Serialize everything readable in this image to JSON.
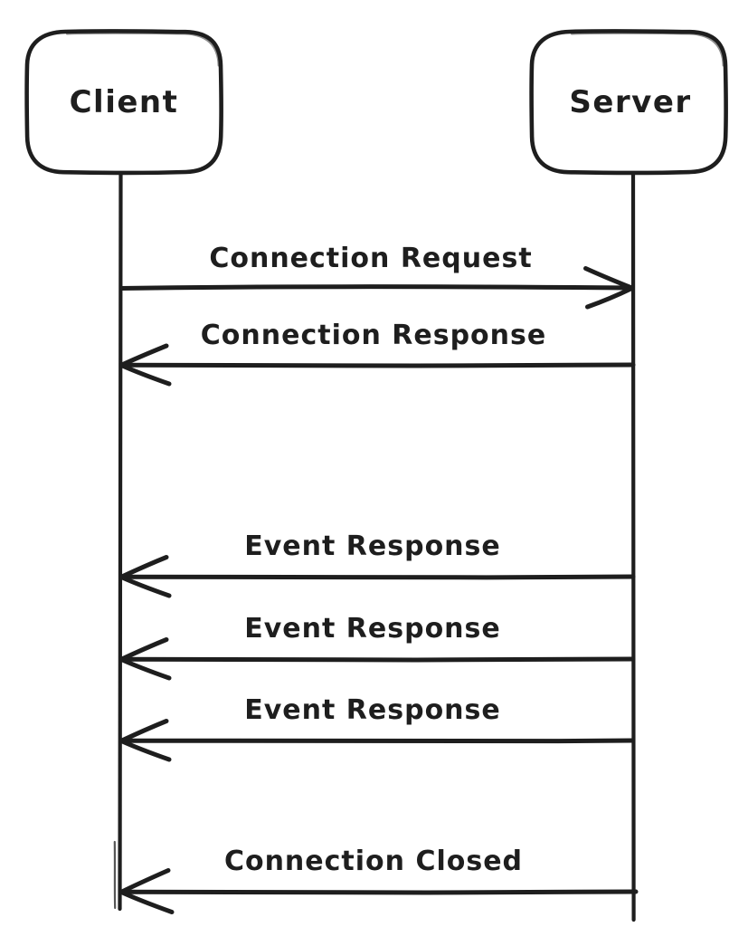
{
  "diagram": {
    "type": "sequence-diagram",
    "style": "hand-drawn",
    "colors": {
      "stroke": "#1e1e1e",
      "background": "#ffffff"
    },
    "actors": [
      {
        "id": "client",
        "label": "Client"
      },
      {
        "id": "server",
        "label": "Server"
      }
    ],
    "messages": [
      {
        "label": "Connection Request",
        "from": "Client",
        "to": "Server",
        "direction": "right"
      },
      {
        "label": "Connection Response",
        "from": "Server",
        "to": "Client",
        "direction": "left"
      },
      {
        "label": "Event Response",
        "from": "Server",
        "to": "Client",
        "direction": "left"
      },
      {
        "label": "Event Response",
        "from": "Server",
        "to": "Client",
        "direction": "left"
      },
      {
        "label": "Event Response",
        "from": "Server",
        "to": "Client",
        "direction": "left"
      },
      {
        "label": "Connection Closed",
        "from": "Server",
        "to": "Client",
        "direction": "left"
      }
    ]
  }
}
